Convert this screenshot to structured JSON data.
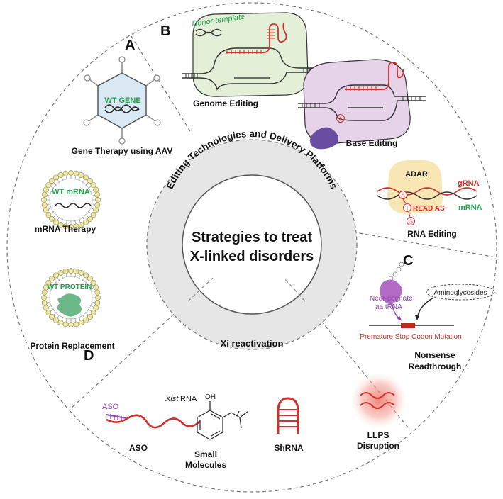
{
  "center": {
    "title_line1": "Strategies to treat",
    "title_line2": "X-linked disorders"
  },
  "ring": {
    "upper_label": "Editing Technologies and Delivery Platforms",
    "lower_label": "Xi reactivation"
  },
  "sections": {
    "a": "A",
    "b": "B",
    "c": "C",
    "d": "D"
  },
  "section_a": {
    "aav_gene_text": "WT GENE",
    "aav_label": "Gene Therapy using AAV",
    "mrna_text": "WT mRNA",
    "mrna_label": "mRNA Therapy",
    "protein_text": "WT PROTEIN",
    "protein_label": "Protein Replacement"
  },
  "section_b": {
    "donor_template": "Donor template",
    "genome_label": "Genome Editing",
    "base_mark": "A",
    "base_label": "Base Editing",
    "adar": "ADAR",
    "grna": "gRNA",
    "mrna": "mRNA",
    "inosine_a": "A",
    "inosine_i": "I",
    "read_as": "READ AS",
    "read_as_g": "G",
    "rna_label": "RNA Editing"
  },
  "section_c": {
    "trna_line1": "Near-cognate",
    "trna_line2": "aa tRNA",
    "aminoglycosides": "Aminoglycosides",
    "mutation": "Premature Stop Codon Mutation",
    "label_line1": "Nonsense",
    "label_line2": "Readthrough"
  },
  "section_d": {
    "aso_tag": "ASO",
    "xist_italic": "Xist",
    "xist_rna": " RNA",
    "aso_label": "ASO",
    "oh": "OH",
    "sm_line1": "Small",
    "sm_line2": "Molecules",
    "shrna_label": "ShRNA",
    "llps_line1": "LLPS",
    "llps_line2": "Disruption"
  },
  "colors": {
    "ring": "#e6e6e6",
    "dashed": "#777777",
    "green_text": "#1ea14a",
    "red": "#d0312d",
    "purple": "#8e44ad",
    "hexagon": "#dbe9f5",
    "genome_blob": "#e3efd6",
    "base_blob": "#e6d3ea",
    "adar_blob": "#f8e6b5",
    "cas_blob": "#6a4ca1",
    "trna": "#b36cc5",
    "protein_blob": "#6db889",
    "llps_glow": "#f5a39a"
  }
}
